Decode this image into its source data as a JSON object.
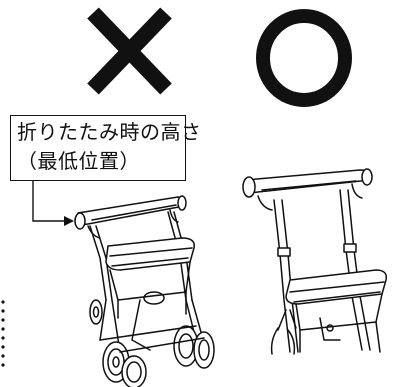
{
  "figure": {
    "wrong_mark": "cross-mark",
    "correct_mark": "circle-mark",
    "callout": {
      "line1": "折りたたみ時の高さ",
      "line2": "（最低位置）"
    },
    "colors": {
      "ink": "#111111",
      "paper": "#ffffff"
    }
  }
}
